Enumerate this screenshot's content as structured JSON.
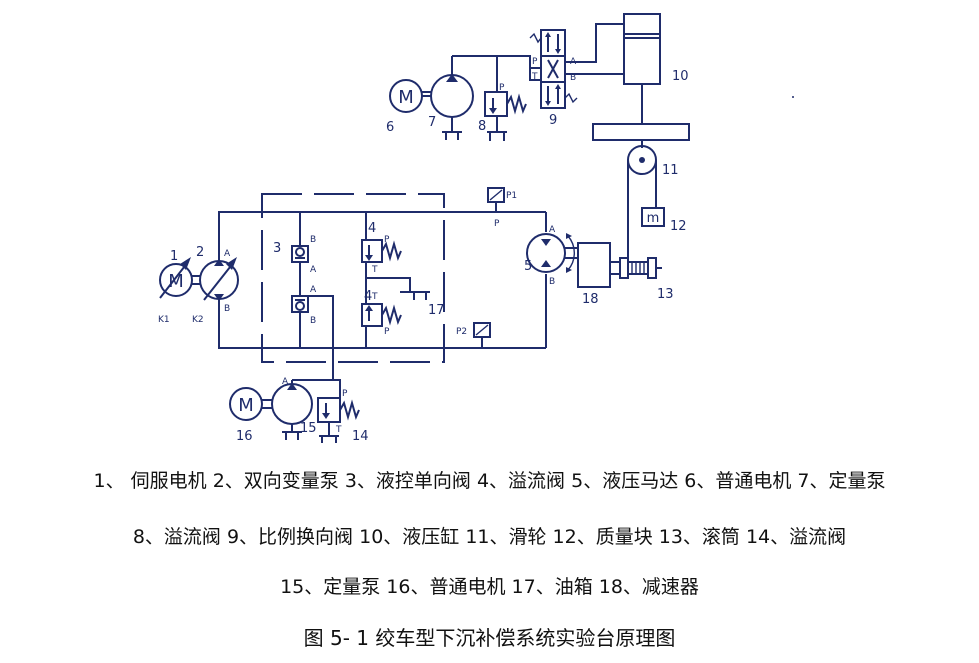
{
  "diagram": {
    "labels": {
      "n1": "1",
      "n2": "2",
      "n3": "3",
      "n4a": "4",
      "n4b": "4",
      "n5": "5",
      "n6": "6",
      "n7": "7",
      "n8": "8",
      "n9": "9",
      "n10": "10",
      "n11": "11",
      "n12": "12",
      "n13": "13",
      "n14": "14",
      "n15": "15",
      "n16": "16",
      "n17": "17",
      "n18": "18",
      "k1": "K1",
      "k2": "K2",
      "p1": "P1",
      "p2": "P2",
      "p_sensor": "P",
      "motor_symbol": "M",
      "mass_symbol": "m"
    },
    "ports": {
      "pump2_a": "A",
      "pump2_b": "B",
      "check_up_b": "B",
      "check_up_a": "A",
      "check_dn_a": "A",
      "check_dn_b": "B",
      "relief4a_p": "P",
      "relief4a_t": "T",
      "relief4b_t": "T",
      "relief4b_p": "P",
      "motor5_a": "A",
      "motor5_b": "B",
      "relief8_p": "P",
      "valve9_p": "P",
      "valve9_t": "T",
      "valve9_a": "A",
      "valve9_b": "B",
      "pump15_a": "A",
      "relief14_p": "P",
      "relief14_t": "T"
    }
  },
  "captions": {
    "line1": "1、 伺服电机 2、双向变量泵 3、液控单向阀 4、溢流阀 5、液压马达 6、普通电机 7、定量泵",
    "line2": "8、溢流阀 9、比例换向阀 10、液压缸 11、滑轮 12、质量块 13、滚筒 14、溢流阀",
    "line3": "15、定量泵 16、普通电机 17、油箱 18、减速器",
    "figure_title": "图 5- 1 绞车型下沉补偿系统实验台原理图"
  }
}
